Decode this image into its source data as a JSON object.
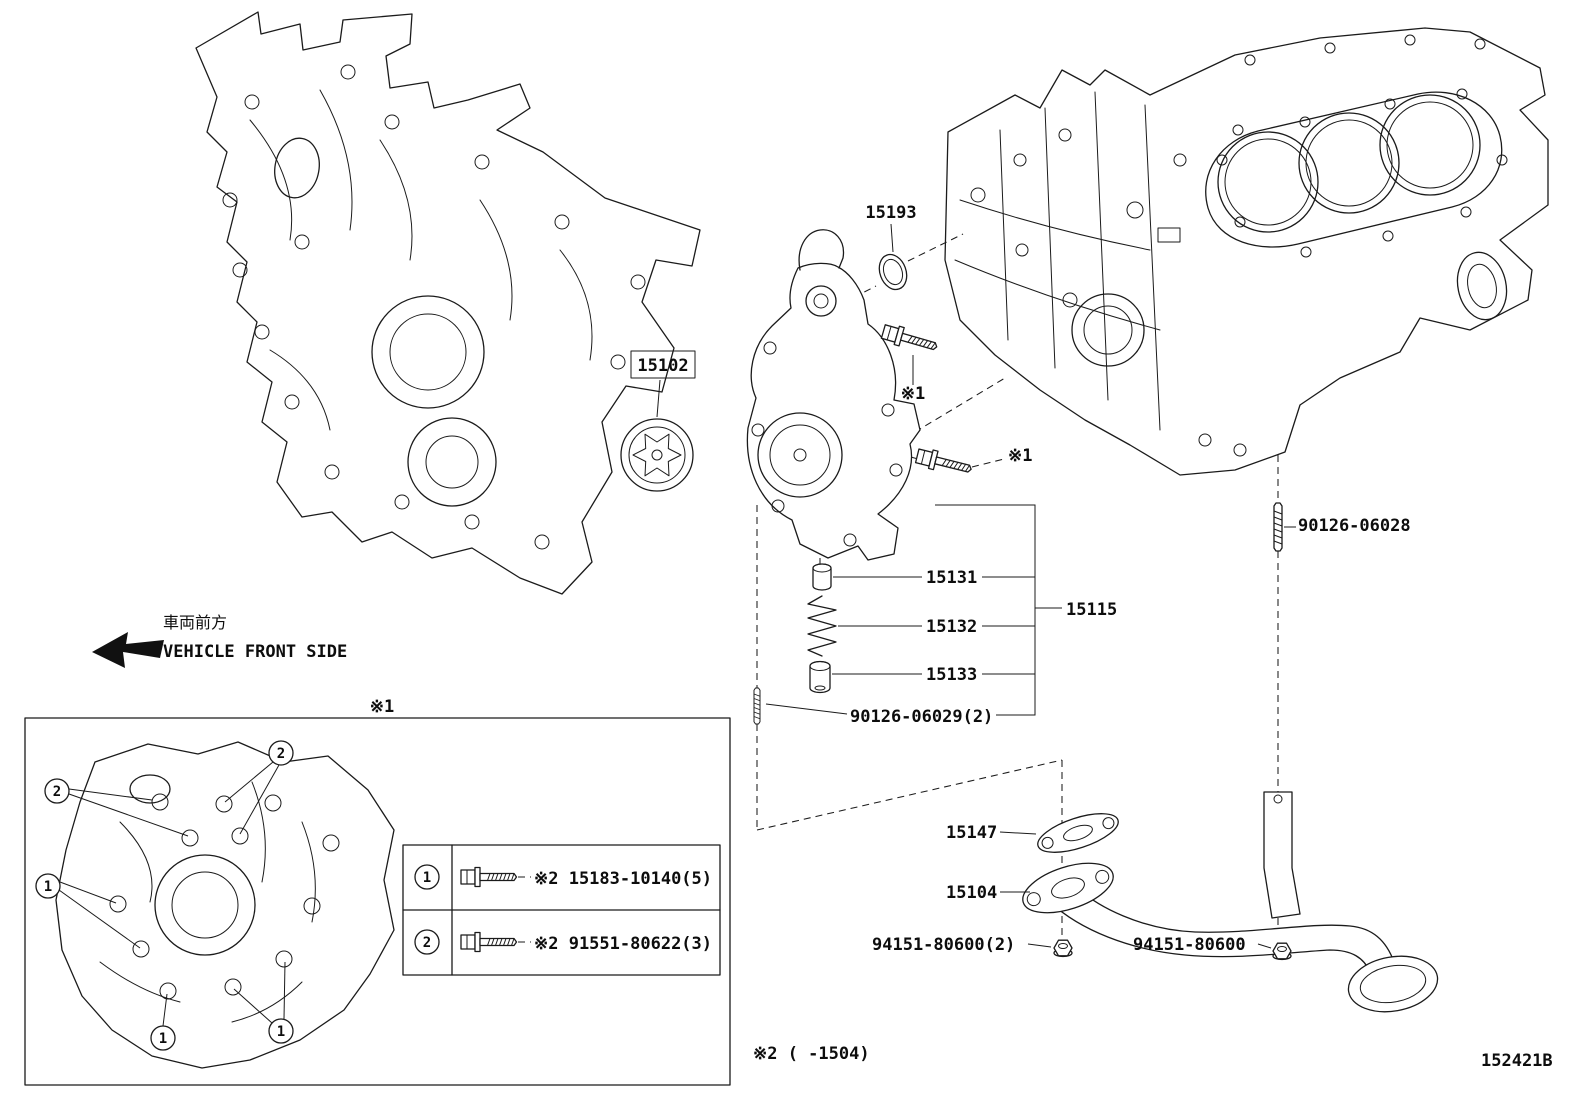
{
  "meta": {
    "drawing_code": "152421B",
    "footnote": "※2 (      -1504)"
  },
  "direction_indicator": {
    "jp": "車両前方",
    "en": "VEHICLE FRONT SIDE"
  },
  "references": {
    "inset_title": "※1",
    "bolt_ref_a": "※1",
    "bolt_ref_b": "※1"
  },
  "callouts": {
    "one": "1",
    "two": "2"
  },
  "parts": {
    "oil_seal": "15193",
    "pump_rotor": "15102",
    "stud_block": "90126-06028",
    "relief_plug": "15131",
    "relief_spring": "15132",
    "relief_valve": "15133",
    "pump_assembly": "15115",
    "stud_pump": "90126-06029(2)",
    "strainer_gasket": "15147",
    "oil_strainer": "15104",
    "nut_pair": "94151-80600(2)",
    "nut_single": "94151-80600"
  },
  "legend": {
    "rows": [
      {
        "num": "1",
        "part": "※2 15183-10140(5)"
      },
      {
        "num": "2",
        "part": "※2 91551-80622(3)"
      }
    ]
  }
}
